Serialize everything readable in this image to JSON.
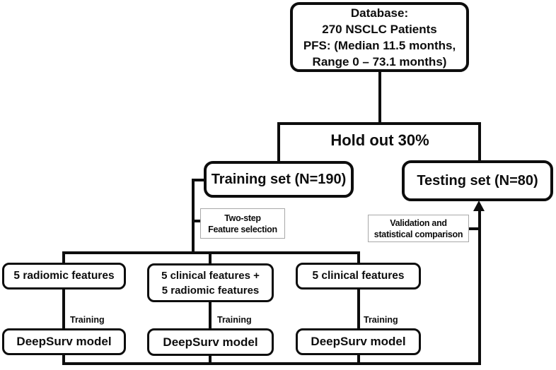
{
  "figure": {
    "database_box": {
      "lines": [
        "Database:",
        "270 NSCLC Patients",
        "PFS: (Median 11.5 months,",
        "Range 0 – 73.1 months)"
      ]
    },
    "hold_out_label": "Hold out 30%",
    "training_set_label": "Training set (N=190)",
    "testing_set_label": "Testing set (N=80)",
    "feature_selection_box": {
      "line1": "Two-step",
      "line2": "Feature selection"
    },
    "validation_box": {
      "line1": "Validation and",
      "line2": "statistical comparison"
    },
    "pipelines": [
      {
        "features": "5 radiomic features",
        "arrow_label": "Training",
        "model": "DeepSurv model"
      },
      {
        "features_line1": "5 clinical features +",
        "features_line2": "5 radiomic features",
        "arrow_label": "Training",
        "model": "DeepSurv model"
      },
      {
        "features": "5 clinical features",
        "arrow_label": "Training",
        "model": "DeepSurv model"
      }
    ]
  },
  "colors": {
    "ink": "#0d0d0d",
    "thin_box_border": "#a8a8a8",
    "background": "#ffffff"
  }
}
